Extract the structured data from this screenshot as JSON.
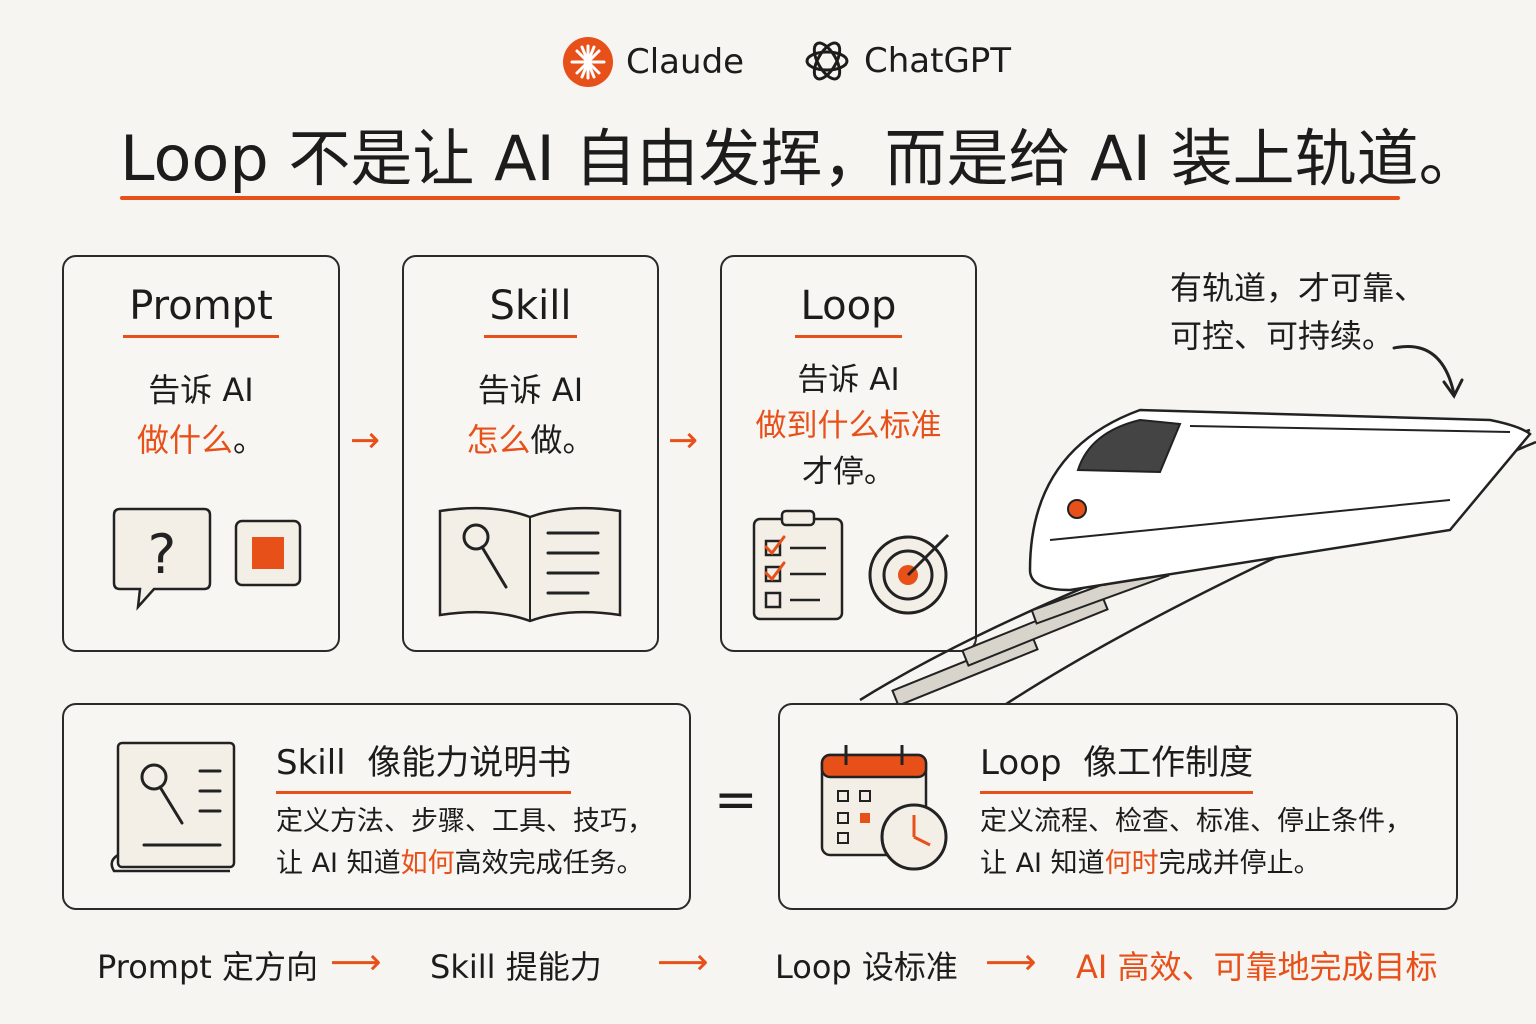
{
  "brands": {
    "claude": "Claude",
    "chatgpt": "ChatGPT"
  },
  "headline": "Loop 不是让 AI 自由发挥，而是给 AI 装上轨道。",
  "cards": [
    {
      "title": "Prompt",
      "line1": "告诉 AI",
      "line2": "做什么",
      "line2_end": "。",
      "line3": ""
    },
    {
      "title": "Skill",
      "line1": "告诉 AI",
      "line2": "怎么",
      "line2_end": "做。",
      "line3": ""
    },
    {
      "title": "Loop",
      "line1": "告诉 AI",
      "line2": "做到什么标准",
      "line2_end": "",
      "line3": "才停。"
    }
  ],
  "train_note": {
    "line1": "有轨道，才可靠、",
    "line2": "可控、可持续。"
  },
  "skill_box": {
    "title_a": "Skill",
    "title_b": "像能力说明书",
    "line1": "定义方法、步骤、工具、技巧，",
    "line2_a": "让 AI 知道",
    "line2_b": "如何",
    "line2_c": "高效完成任务。"
  },
  "equals": "=",
  "loop_box": {
    "title_a": "Loop",
    "title_b": "像工作制度",
    "line1": "定义流程、检查、标准、停止条件，",
    "line2_a": "让 AI 知道",
    "line2_b": "何时",
    "line2_c": "完成并停止。"
  },
  "flow": [
    "Prompt 定方向",
    "Skill 提能力",
    "Loop 设标准",
    "AI 高效、可靠地完成目标"
  ],
  "colors": {
    "accent": "#e8501a",
    "ink": "#1c1c1c",
    "paper": "#f6f5f1"
  }
}
